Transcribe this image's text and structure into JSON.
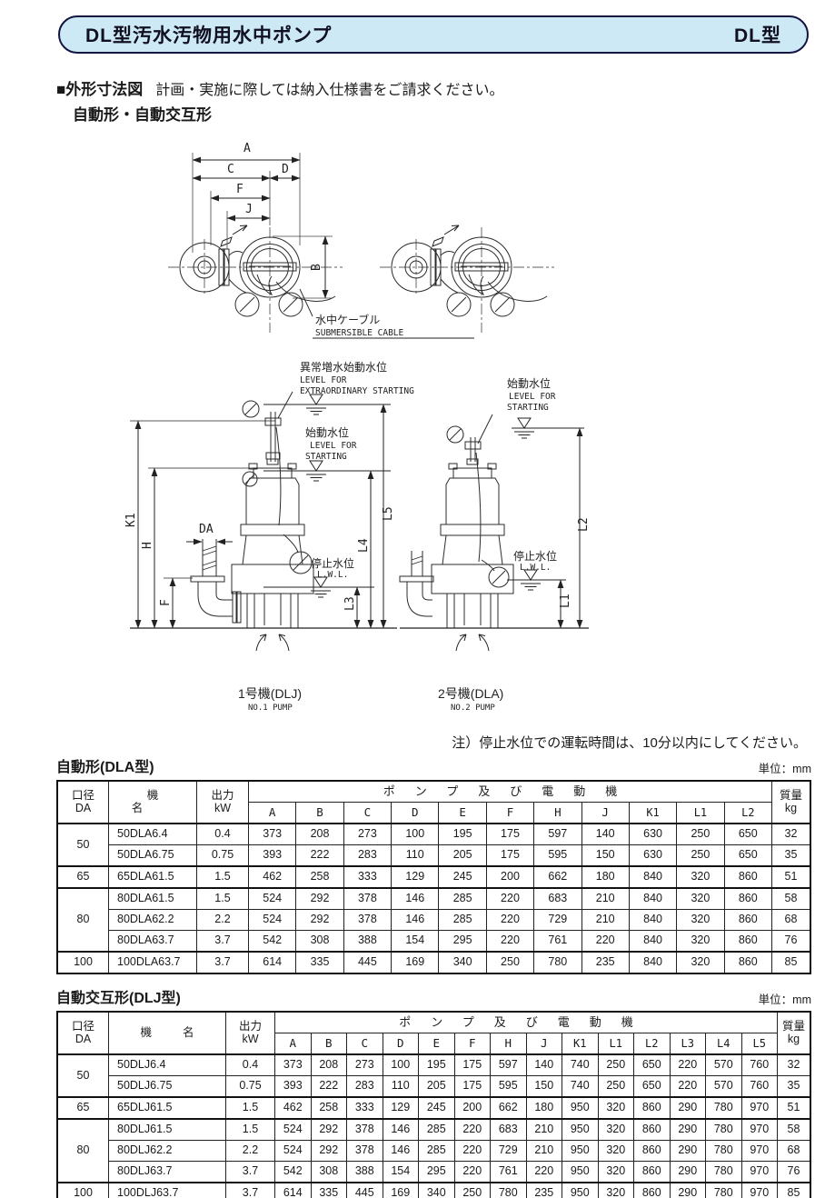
{
  "header": {
    "title": "DL型汚水汚物用水中ポンプ",
    "model": "DL型"
  },
  "section": {
    "heading": "■外形寸法図",
    "note": "計画・実施に際しては納入仕様書をご請求ください。",
    "subheading": "自動形・自動交互形"
  },
  "note": "注）停止水位での運転時間は、10分以内にしてください。",
  "drawing": {
    "dim_a": "A",
    "dim_b": "B",
    "dim_c": "C",
    "dim_d": "D",
    "dim_f": "F",
    "dim_j": "J",
    "cable_jp": "水中ケーブル",
    "cable_en": "SUBMERSIBLE CABLE",
    "lvl_extra_jp": "異常増水始動水位",
    "lvl_extra_en1": "LEVEL FOR",
    "lvl_extra_en2": "EXTRAORDINARY STARTING",
    "lvl_start_jp": "始動水位",
    "lvl_start_en1": "LEVEL FOR",
    "lvl_start_en2": "STARTING",
    "lvl_stop_jp": "停止水位",
    "lvl_stop_en": "L.W.L.",
    "dim_k1": "K1",
    "dim_h": "H",
    "dim_f_side": "F",
    "dim_da": "DA",
    "dim_l1": "L1",
    "dim_l2": "L2",
    "dim_l3": "L3",
    "dim_l4": "L4",
    "dim_l5": "L5",
    "cap1_jp": "1号機(DLJ)",
    "cap1_en": "NO.1 PUMP",
    "cap2_jp": "2号機(DLA)",
    "cap2_en": "NO.2 PUMP"
  },
  "table_dla": {
    "title": "自動形(DLA型)",
    "unit": "単位：mm",
    "h_dia1": "口径",
    "h_dia2": "DA",
    "h_name": "機名",
    "h_power1": "出力",
    "h_power2": "kW",
    "h_group": "ポンプ及び電動機",
    "h_mass1": "質量",
    "h_mass2": "kg",
    "letters": [
      "A",
      "B",
      "C",
      "D",
      "E",
      "F",
      "H",
      "J",
      "K1",
      "L1",
      "L2"
    ],
    "rows": [
      {
        "dia": "50",
        "span": 2,
        "name": "50DLA6.4",
        "kw": "0.4",
        "vals": [
          "373",
          "208",
          "273",
          "100",
          "195",
          "175",
          "597",
          "140",
          "630",
          "250",
          "650"
        ],
        "mass": "32"
      },
      {
        "name": "50DLA6.75",
        "kw": "0.75",
        "vals": [
          "393",
          "222",
          "283",
          "110",
          "205",
          "175",
          "595",
          "150",
          "630",
          "250",
          "650"
        ],
        "mass": "35"
      },
      {
        "dia": "65",
        "span": 1,
        "name": "65DLA61.5",
        "kw": "1.5",
        "vals": [
          "462",
          "258",
          "333",
          "129",
          "245",
          "200",
          "662",
          "180",
          "840",
          "320",
          "860"
        ],
        "mass": "51"
      },
      {
        "dia": "80",
        "span": 3,
        "name": "80DLA61.5",
        "kw": "1.5",
        "vals": [
          "524",
          "292",
          "378",
          "146",
          "285",
          "220",
          "683",
          "210",
          "840",
          "320",
          "860"
        ],
        "mass": "58"
      },
      {
        "name": "80DLA62.2",
        "kw": "2.2",
        "vals": [
          "524",
          "292",
          "378",
          "146",
          "285",
          "220",
          "729",
          "210",
          "840",
          "320",
          "860"
        ],
        "mass": "68"
      },
      {
        "name": "80DLA63.7",
        "kw": "3.7",
        "vals": [
          "542",
          "308",
          "388",
          "154",
          "295",
          "220",
          "761",
          "220",
          "840",
          "320",
          "860"
        ],
        "mass": "76"
      },
      {
        "dia": "100",
        "span": 1,
        "name": "100DLA63.7",
        "kw": "3.7",
        "vals": [
          "614",
          "335",
          "445",
          "169",
          "340",
          "250",
          "780",
          "235",
          "840",
          "320",
          "860"
        ],
        "mass": "85"
      }
    ]
  },
  "table_dlj": {
    "title": "自動交互形(DLJ型)",
    "unit": "単位：mm",
    "h_dia1": "口径",
    "h_dia2": "DA",
    "h_name": "機名",
    "h_power1": "出力",
    "h_power2": "kW",
    "h_group": "ポンプ及び電動機",
    "h_mass1": "質量",
    "h_mass2": "kg",
    "letters": [
      "A",
      "B",
      "C",
      "D",
      "E",
      "F",
      "H",
      "J",
      "K1",
      "L1",
      "L2",
      "L3",
      "L4",
      "L5"
    ],
    "rows": [
      {
        "dia": "50",
        "span": 2,
        "name": "50DLJ6.4",
        "kw": "0.4",
        "vals": [
          "373",
          "208",
          "273",
          "100",
          "195",
          "175",
          "597",
          "140",
          "740",
          "250",
          "650",
          "220",
          "570",
          "760"
        ],
        "mass": "32"
      },
      {
        "name": "50DLJ6.75",
        "kw": "0.75",
        "vals": [
          "393",
          "222",
          "283",
          "110",
          "205",
          "175",
          "595",
          "150",
          "740",
          "250",
          "650",
          "220",
          "570",
          "760"
        ],
        "mass": "35"
      },
      {
        "dia": "65",
        "span": 1,
        "name": "65DLJ61.5",
        "kw": "1.5",
        "vals": [
          "462",
          "258",
          "333",
          "129",
          "245",
          "200",
          "662",
          "180",
          "950",
          "320",
          "860",
          "290",
          "780",
          "970"
        ],
        "mass": "51"
      },
      {
        "dia": "80",
        "span": 3,
        "name": "80DLJ61.5",
        "kw": "1.5",
        "vals": [
          "524",
          "292",
          "378",
          "146",
          "285",
          "220",
          "683",
          "210",
          "950",
          "320",
          "860",
          "290",
          "780",
          "970"
        ],
        "mass": "58"
      },
      {
        "name": "80DLJ62.2",
        "kw": "2.2",
        "vals": [
          "524",
          "292",
          "378",
          "146",
          "285",
          "220",
          "729",
          "210",
          "950",
          "320",
          "860",
          "290",
          "780",
          "970"
        ],
        "mass": "68"
      },
      {
        "name": "80DLJ63.7",
        "kw": "3.7",
        "vals": [
          "542",
          "308",
          "388",
          "154",
          "295",
          "220",
          "761",
          "220",
          "950",
          "320",
          "860",
          "290",
          "780",
          "970"
        ],
        "mass": "76"
      },
      {
        "dia": "100",
        "span": 1,
        "name": "100DLJ63.7",
        "kw": "3.7",
        "vals": [
          "614",
          "335",
          "445",
          "169",
          "340",
          "250",
          "780",
          "235",
          "950",
          "320",
          "860",
          "290",
          "780",
          "970"
        ],
        "mass": "85"
      }
    ]
  }
}
